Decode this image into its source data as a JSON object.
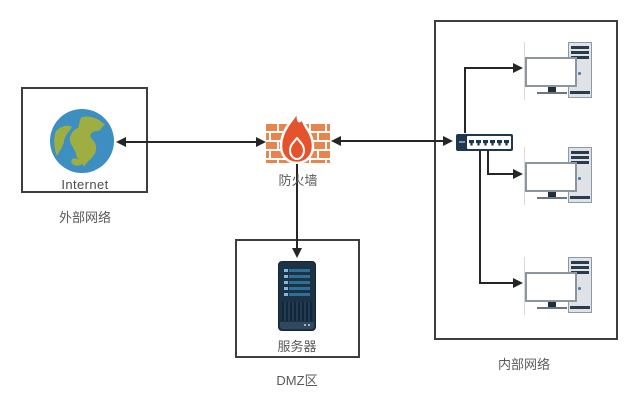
{
  "diagram_type": "network-topology",
  "external_zone": {
    "label": "外部网络",
    "node": {
      "label": "Internet",
      "icon": "globe-icon"
    }
  },
  "firewall": {
    "label": "防火墙",
    "icon": "firewall-icon"
  },
  "dmz_zone": {
    "label": "DMZ区",
    "node": {
      "label": "服务器",
      "icon": "server-icon"
    }
  },
  "internal_zone": {
    "label": "内部网络",
    "switch_icon": "switch-icon",
    "workstation_count": 3
  },
  "edges": [
    {
      "from": "internet",
      "to": "firewall",
      "direction": "both"
    },
    {
      "from": "firewall",
      "to": "switch",
      "direction": "both"
    },
    {
      "from": "firewall",
      "to": "server",
      "direction": "to"
    },
    {
      "from": "switch",
      "to": "workstation-1",
      "direction": "to"
    },
    {
      "from": "switch",
      "to": "workstation-2",
      "direction": "to"
    },
    {
      "from": "switch",
      "to": "workstation-3",
      "direction": "to"
    }
  ],
  "colors": {
    "connector": "#262626",
    "box_border": "#3e3e3e",
    "label_text": "#595959",
    "globe_ocean": "#3d8ec1",
    "globe_land": "#9fae40",
    "firewall_brick": "#e8854f",
    "firewall_flame": "#e4532c",
    "server_body": "#1d3245",
    "server_stripe": "#2e7095",
    "switch_body": "#1e374e",
    "tower_gray": "#dfe3e8",
    "accent_navy": "#2a3b4d",
    "power_dot": "#3a7ca8",
    "monitor_border": "#8d969e"
  }
}
